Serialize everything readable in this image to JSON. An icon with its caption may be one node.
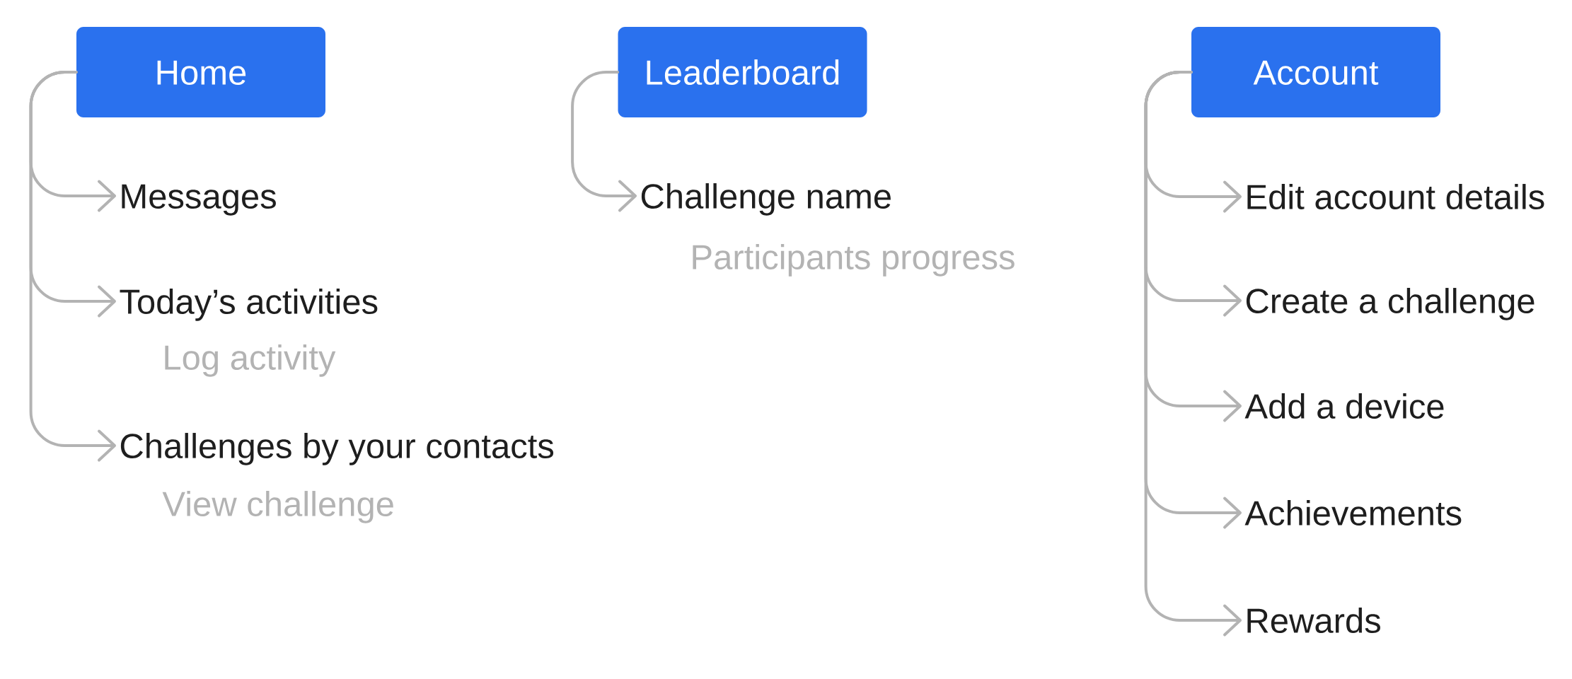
{
  "diagram": {
    "nodes": [
      {
        "text": [
          "Home"
        ]
      },
      {
        "text": [
          "Messages"
        ]
      },
      {
        "text": [
          "Today’s activities"
        ],
        "beside": [
          "Log activity"
        ]
      },
      {
        "text": [
          "Challenges by your contacts"
        ],
        "beside": [
          "View challenge"
        ]
      },
      {
        "text": [
          "Leaderboard"
        ]
      },
      {
        "text": [
          "Challenge name"
        ],
        "beside": [
          "Participants progress"
        ]
      },
      {
        "text": [
          "Account"
        ]
      },
      {
        "text": [
          "Edit account details"
        ]
      },
      {
        "text": [
          "Create a challenge"
        ]
      },
      {
        "text": [
          "Add a device"
        ]
      },
      {
        "text": [
          "Achievements"
        ]
      },
      {
        "text": [
          "Rewards"
        ]
      }
    ],
    "edges": [
      {
        "from": 0,
        "to": 1,
        "arrow": "to"
      },
      {
        "from": 0,
        "to": 2,
        "arrow": "to"
      },
      {
        "from": 0,
        "to": 3,
        "arrow": "to"
      },
      {
        "from": 4,
        "to": 5,
        "arrow": "to"
      },
      {
        "from": 6,
        "to": 7,
        "arrow": "to"
      },
      {
        "from": 6,
        "to": 8,
        "arrow": "to"
      },
      {
        "from": 6,
        "to": 9,
        "arrow": "to"
      },
      {
        "from": 6,
        "to": 10,
        "arrow": "to"
      },
      {
        "from": 6,
        "to": 11,
        "arrow": "to"
      }
    ]
  }
}
